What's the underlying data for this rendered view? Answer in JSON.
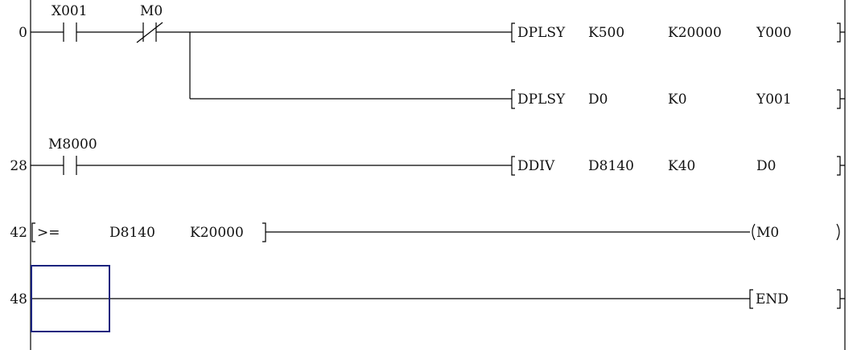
{
  "steps": [
    "0",
    "28",
    "42",
    "48"
  ],
  "contacts": {
    "x001": "X001",
    "m0_nc": "M0",
    "m8000": "M8000"
  },
  "instructions": [
    {
      "op": "DPLSY",
      "a": "K500",
      "b": "K20000",
      "c": "Y000"
    },
    {
      "op": "DPLSY",
      "a": "D0",
      "b": "K0",
      "c": "Y001"
    },
    {
      "op": "DDIV",
      "a": "D8140",
      "b": "K40",
      "c": "D0"
    }
  ],
  "compare": {
    "op": ">=",
    "a": "D8140",
    "b": "K20000"
  },
  "coil": "M0",
  "end": "END",
  "colors": {
    "cursor": "#1a237e"
  }
}
